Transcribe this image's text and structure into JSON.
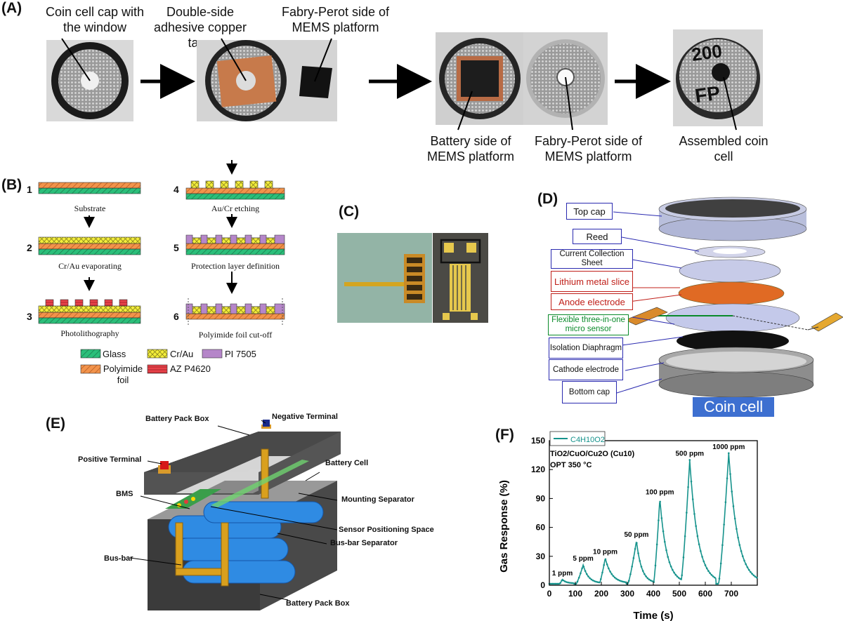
{
  "panelA": {
    "label": "(A)",
    "cap1": "Coin cell cap with the window",
    "cap2": "Double-side adhesive copper tape",
    "cap3": "Fabry-Perot side of MEMS platform",
    "cap4": "Battery side of MEMS platform",
    "cap5": "Fabry-Perot side of MEMS platform",
    "cap6": "Assembled coin cell",
    "coin_text1": "200",
    "coin_text2": "FP"
  },
  "panelB": {
    "label": "(B)",
    "steps": [
      {
        "num": "1",
        "caption": "Substrate"
      },
      {
        "num": "2",
        "caption": "Cr/Au evaporating"
      },
      {
        "num": "3",
        "caption": "Photolithography"
      },
      {
        "num": "4",
        "caption": "Au/Cr etching"
      },
      {
        "num": "5",
        "caption": "Protection layer definition"
      },
      {
        "num": "6",
        "caption": "Polyimide foil cut-off"
      }
    ],
    "legend": {
      "glass": "Glass",
      "crau": "Cr/Au",
      "pi": "PI 7505",
      "polyimide": "Polyimide foil",
      "az": "AZ P4620"
    },
    "colors": {
      "glass": "#2bbf7a",
      "crau": "#f4ee3a",
      "pi": "#b586c9",
      "polyimide": "#f2934b",
      "az": "#e8424a"
    }
  },
  "panelC": {
    "label": "(C)"
  },
  "panelD": {
    "label": "(D)",
    "labels": {
      "top_cap": "Top cap",
      "reed": "Reed",
      "current_collection": "Current Collection Sheet",
      "lithium": "Lithium metal slice",
      "anode": "Anode electrode",
      "sensor": "Flexible three-in-one micro sensor",
      "isolation": "Isolation Diaphragm",
      "cathode": "Cathode electrode",
      "bottom_cap": "Bottom cap"
    },
    "coin_cell": "Coin cell"
  },
  "panelE": {
    "label": "(E)",
    "labels": {
      "battery_pack_box_top": "Battery Pack Box",
      "negative_terminal": "Negative Terminal",
      "positive_terminal": "Positive Terminal",
      "battery_cell": "Battery Cell",
      "bms": "BMS",
      "mounting_separator": "Mounting Separator",
      "sensor_positioning": "Sensor Positioning Space",
      "busbar_separator": "Bus-bar Separator",
      "busbar": "Bus-bar",
      "battery_pack_box_bottom": "Battery Pack Box"
    }
  },
  "panelF": {
    "label": "(F)",
    "legend_series": "C4H10O2",
    "material": "TiO2/CuO/Cu2O (Cu10)",
    "opt": "OPT 350 °C",
    "xlabel": "Time (s)",
    "ylabel": "Gas Response (%)",
    "color": "#16938c"
  },
  "chart_data": {
    "type": "line",
    "xlabel": "Time (s)",
    "ylabel": "Gas Response (%)",
    "xlim": [
      0,
      800
    ],
    "ylim": [
      0,
      150
    ],
    "xticks": [
      0,
      100,
      200,
      300,
      400,
      500,
      600,
      700
    ],
    "yticks": [
      0,
      30,
      60,
      90,
      120,
      150
    ],
    "series": [
      {
        "name": "C4H10O2",
        "pulses": [
          {
            "label": "1 ppm",
            "start": 35,
            "peak_time": 50,
            "end": 95,
            "peak": 6
          },
          {
            "label": "5 ppm",
            "start": 100,
            "peak_time": 130,
            "end": 195,
            "peak": 21
          },
          {
            "label": "10 ppm",
            "start": 190,
            "peak_time": 215,
            "end": 295,
            "peak": 28
          },
          {
            "label": "50 ppm",
            "start": 300,
            "peak_time": 335,
            "end": 400,
            "peak": 46
          },
          {
            "label": "100 ppm",
            "start": 400,
            "peak_time": 425,
            "end": 510,
            "peak": 90
          },
          {
            "label": "500 ppm",
            "start": 505,
            "peak_time": 540,
            "end": 640,
            "peak": 130
          },
          {
            "label": "1000 ppm",
            "start": 650,
            "peak_time": 690,
            "end": 800,
            "peak": 137
          }
        ]
      }
    ]
  }
}
